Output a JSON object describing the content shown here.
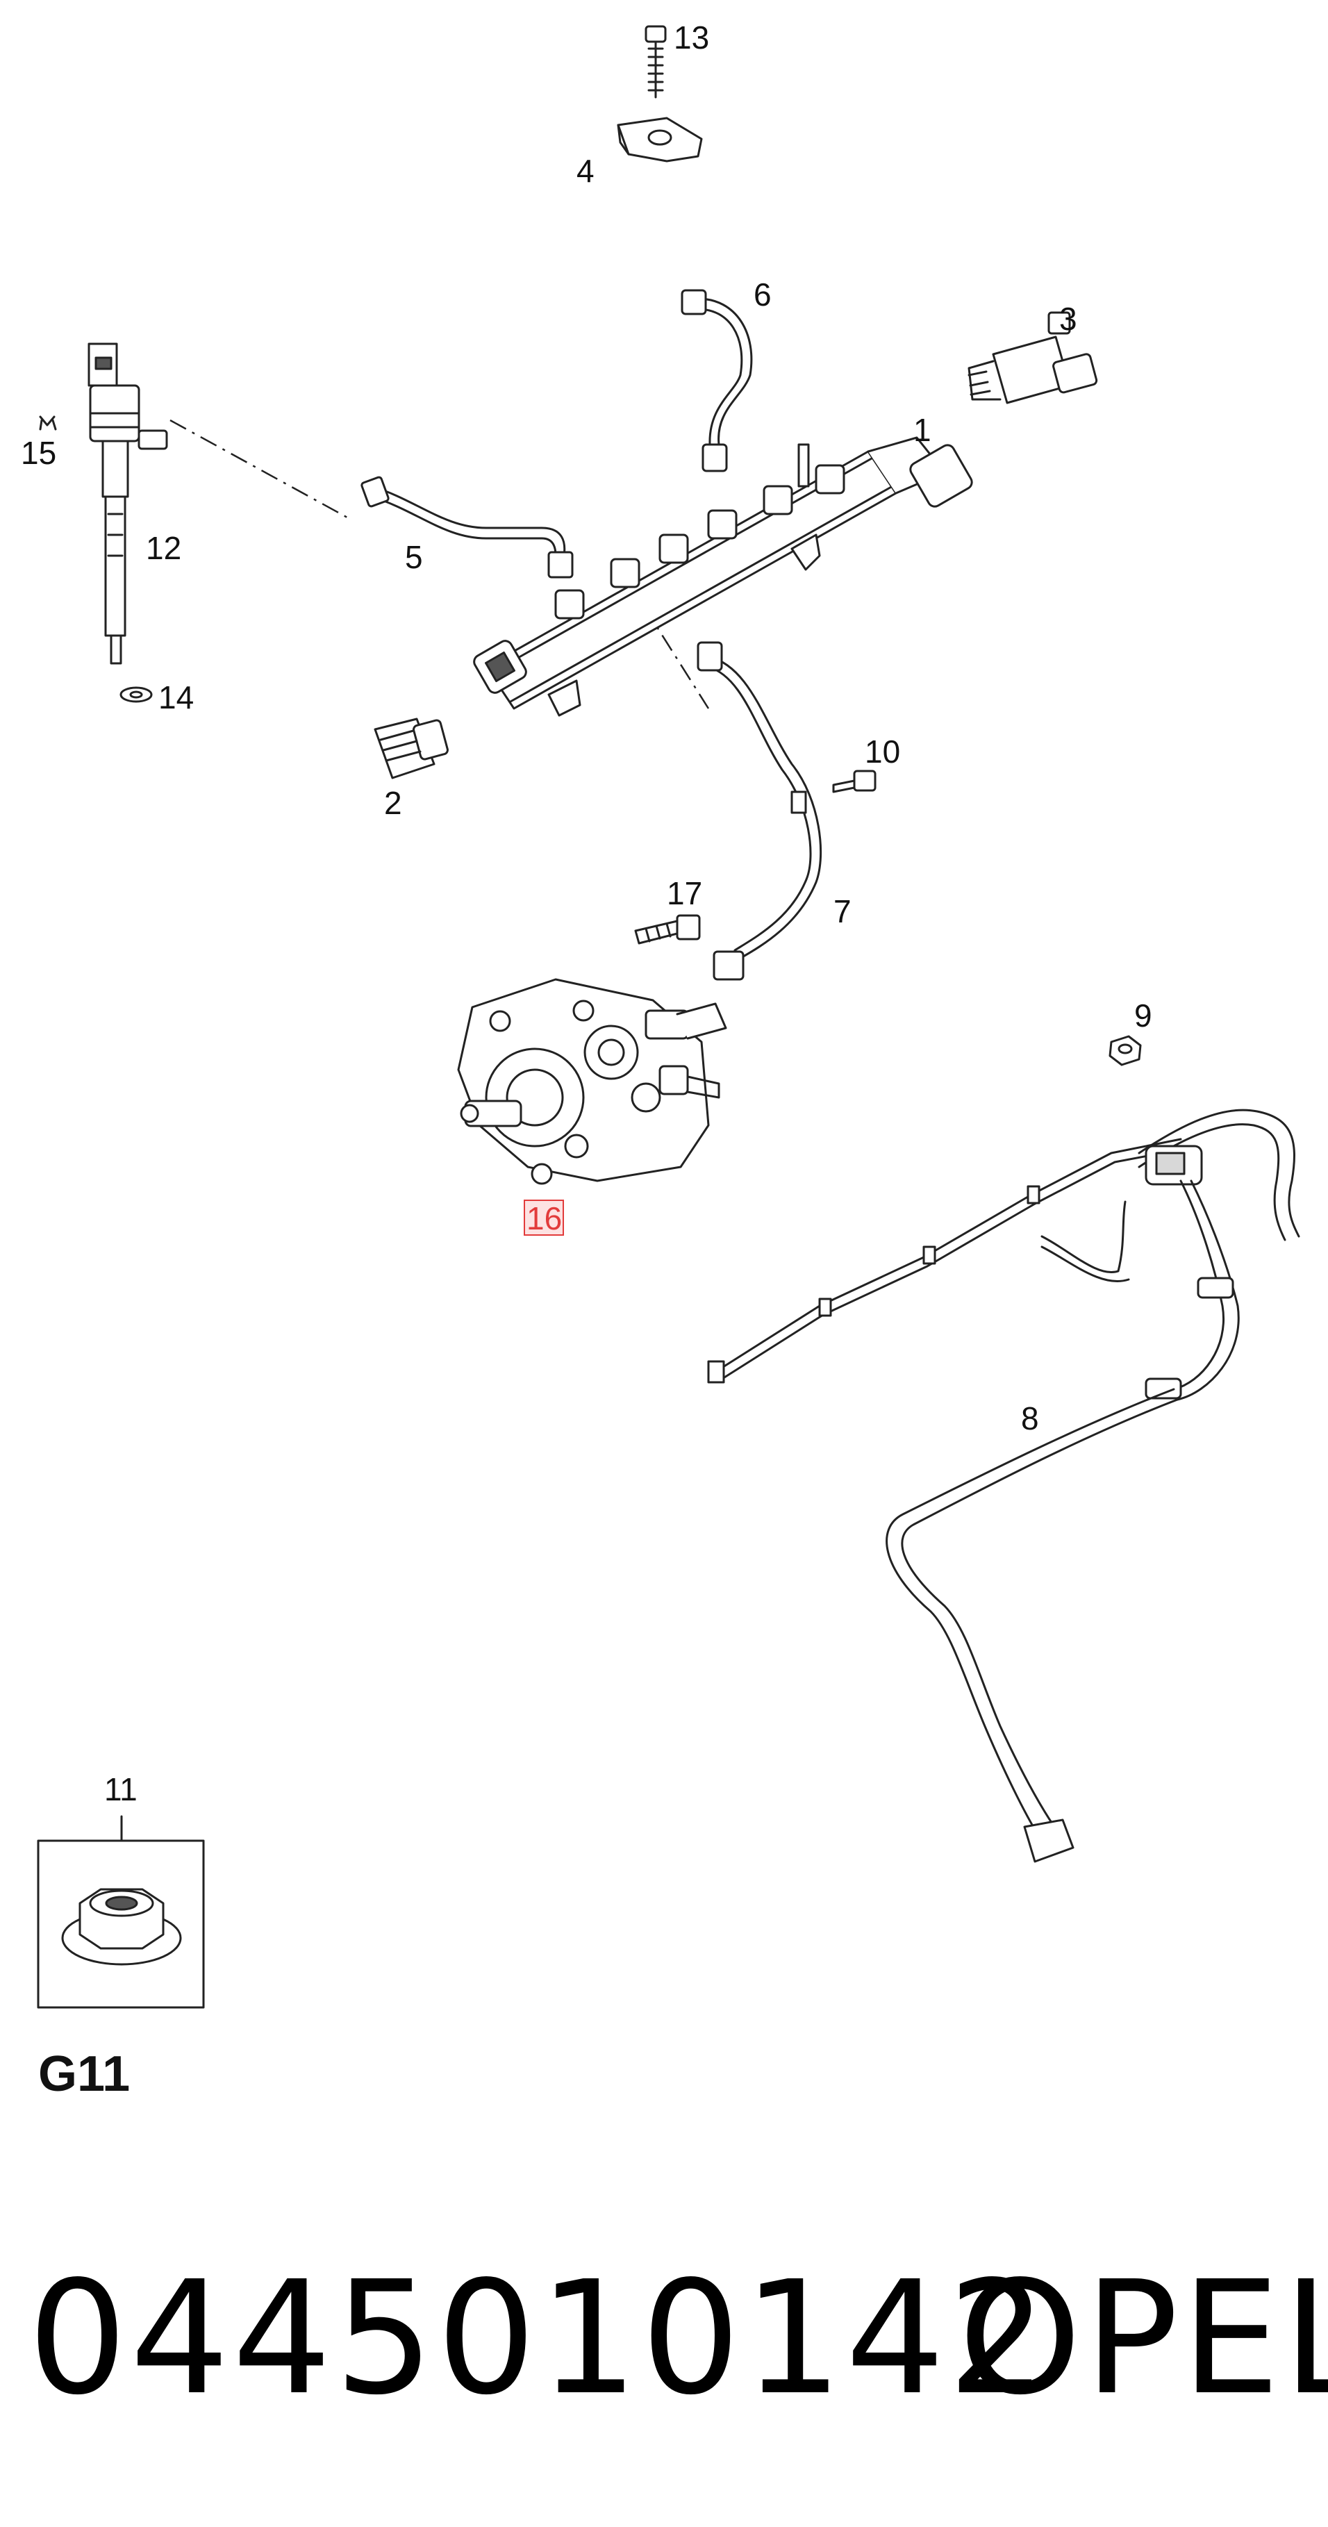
{
  "diagram": {
    "callouts": {
      "c1": "1",
      "c2": "2",
      "c3": "3",
      "c4": "4",
      "c5": "5",
      "c6": "6",
      "c7": "7",
      "c8": "8",
      "c9": "9",
      "c10": "10",
      "c11": "11",
      "c12": "12",
      "c13": "13",
      "c14": "14",
      "c15": "15",
      "c16": "16",
      "c17": "17"
    },
    "highlighted_callout": "16",
    "highlight_color": "#e23b3b",
    "group_label": "G11"
  },
  "footer": {
    "part_number": "0445010142",
    "brand": "OPEL"
  }
}
